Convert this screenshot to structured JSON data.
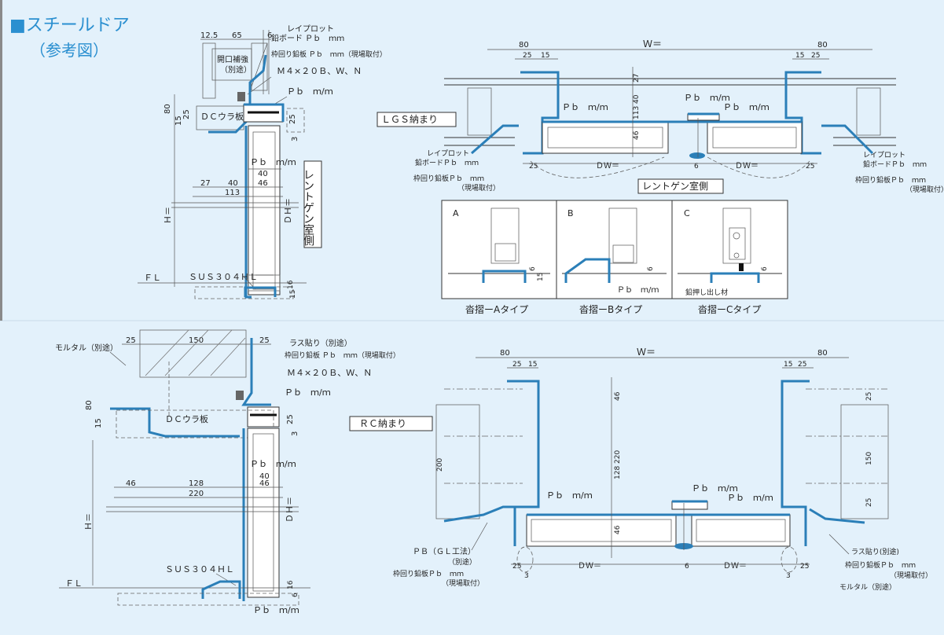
{
  "title": "■スチールドア",
  "subtitle": "（参考図）",
  "top_left_section": {
    "dims_top": [
      "12.5",
      "65",
      "6"
    ],
    "lead_lbl": "レイプロット",
    "lead_board": "鉛ボード Ｐｂ　ｍｍ",
    "frame_lead": "枠回り鉛板 Ｐｂ　ｍｍ（現場取付）",
    "opening": "開口補強",
    "separate": "（別途）",
    "bolt": "Ｍ４×２０Ｂ、Ｗ、Ｎ",
    "pb": "Ｐｂ　ｍ/ｍ",
    "dc": "ＤＣウラ板",
    "h": "Ｈ＝",
    "dh": "ＤＨ＝",
    "fl": "ＦＬ",
    "sus": "ＳＵＳ３０４ＨＬ",
    "d80": "80",
    "d15": "15",
    "d25": "25",
    "d27": "27",
    "d40": "40",
    "d46": "46",
    "d113": "113",
    "d3": "3",
    "d6": "6",
    "d16": "16",
    "room_side": "レントゲン室側"
  },
  "top_right_section": {
    "w": "Ｗ＝",
    "d80": "80",
    "d25": "25",
    "d15": "15",
    "d27": "27",
    "d40": "40",
    "d113": "113",
    "d46": "46",
    "lgs": "ＬＧＳ納まり",
    "pb": "Ｐｂ　ｍ/ｍ",
    "lead_lbl": "レイプロット",
    "lead_board": "鉛ボードＰｂ　ｍｍ",
    "frame_lead": "枠回り鉛板Ｐｂ　ｍｍ",
    "site": "（現場取付）",
    "dw": "ＤＷ＝",
    "d6": "6",
    "room_side": "レントゲン室側"
  },
  "detail_box": {
    "a": "A",
    "b": "B",
    "c": "C",
    "cap_a": "沓摺ーAタイプ",
    "cap_b": "沓摺ーBタイプ",
    "cap_c": "沓摺ーCタイプ",
    "pb": "Ｐｂ　ｍ/ｍ",
    "seal": "鉛押し出し材",
    "d15": "15",
    "d6": "6"
  },
  "bottom_left_section": {
    "d25": "25",
    "d150": "150",
    "mortar": "モルタル（別途）",
    "lath": "ラス貼り（別途）",
    "frame_lead": "枠回り鉛板 Ｐｂ　ｍｍ（現場取付）",
    "bolt": "Ｍ４×２０Ｂ、Ｗ、Ｎ",
    "pb": "Ｐｂ　ｍ/ｍ",
    "dc": "ＤＣウラ板",
    "d80": "80",
    "d15": "15",
    "d40": "40",
    "d46": "46",
    "d128": "128",
    "d220": "220",
    "d3": "3",
    "h": "Ｈ＝",
    "dh": "ＤＨ＝",
    "fl": "ＦＬ",
    "sus": "ＳＵＳ３０４ＨＬ",
    "d16": "16",
    "d6": "6"
  },
  "bottom_right_section": {
    "w": "Ｗ＝",
    "d80": "80",
    "d25": "25",
    "d15": "15",
    "d46": "46",
    "d128": "128",
    "d220": "220",
    "d200": "200",
    "d150": "150",
    "rc": "ＲＣ納まり",
    "pb": "Ｐｂ　ｍ/ｍ",
    "pb_gl": "ＰＢ（ＧＬ工法）",
    "separate": "（別途）",
    "frame_lead": "枠回り鉛板Ｐｂ　ｍｍ",
    "frame_lead2": "枠回り鉛板Ｐｂ　ｍｍ",
    "site": "（現場取付）",
    "lath": "ラス貼り(別途)",
    "mortar": "モルタル（別途）",
    "dw": "ＤＷ＝",
    "d6": "6",
    "d3": "3"
  }
}
